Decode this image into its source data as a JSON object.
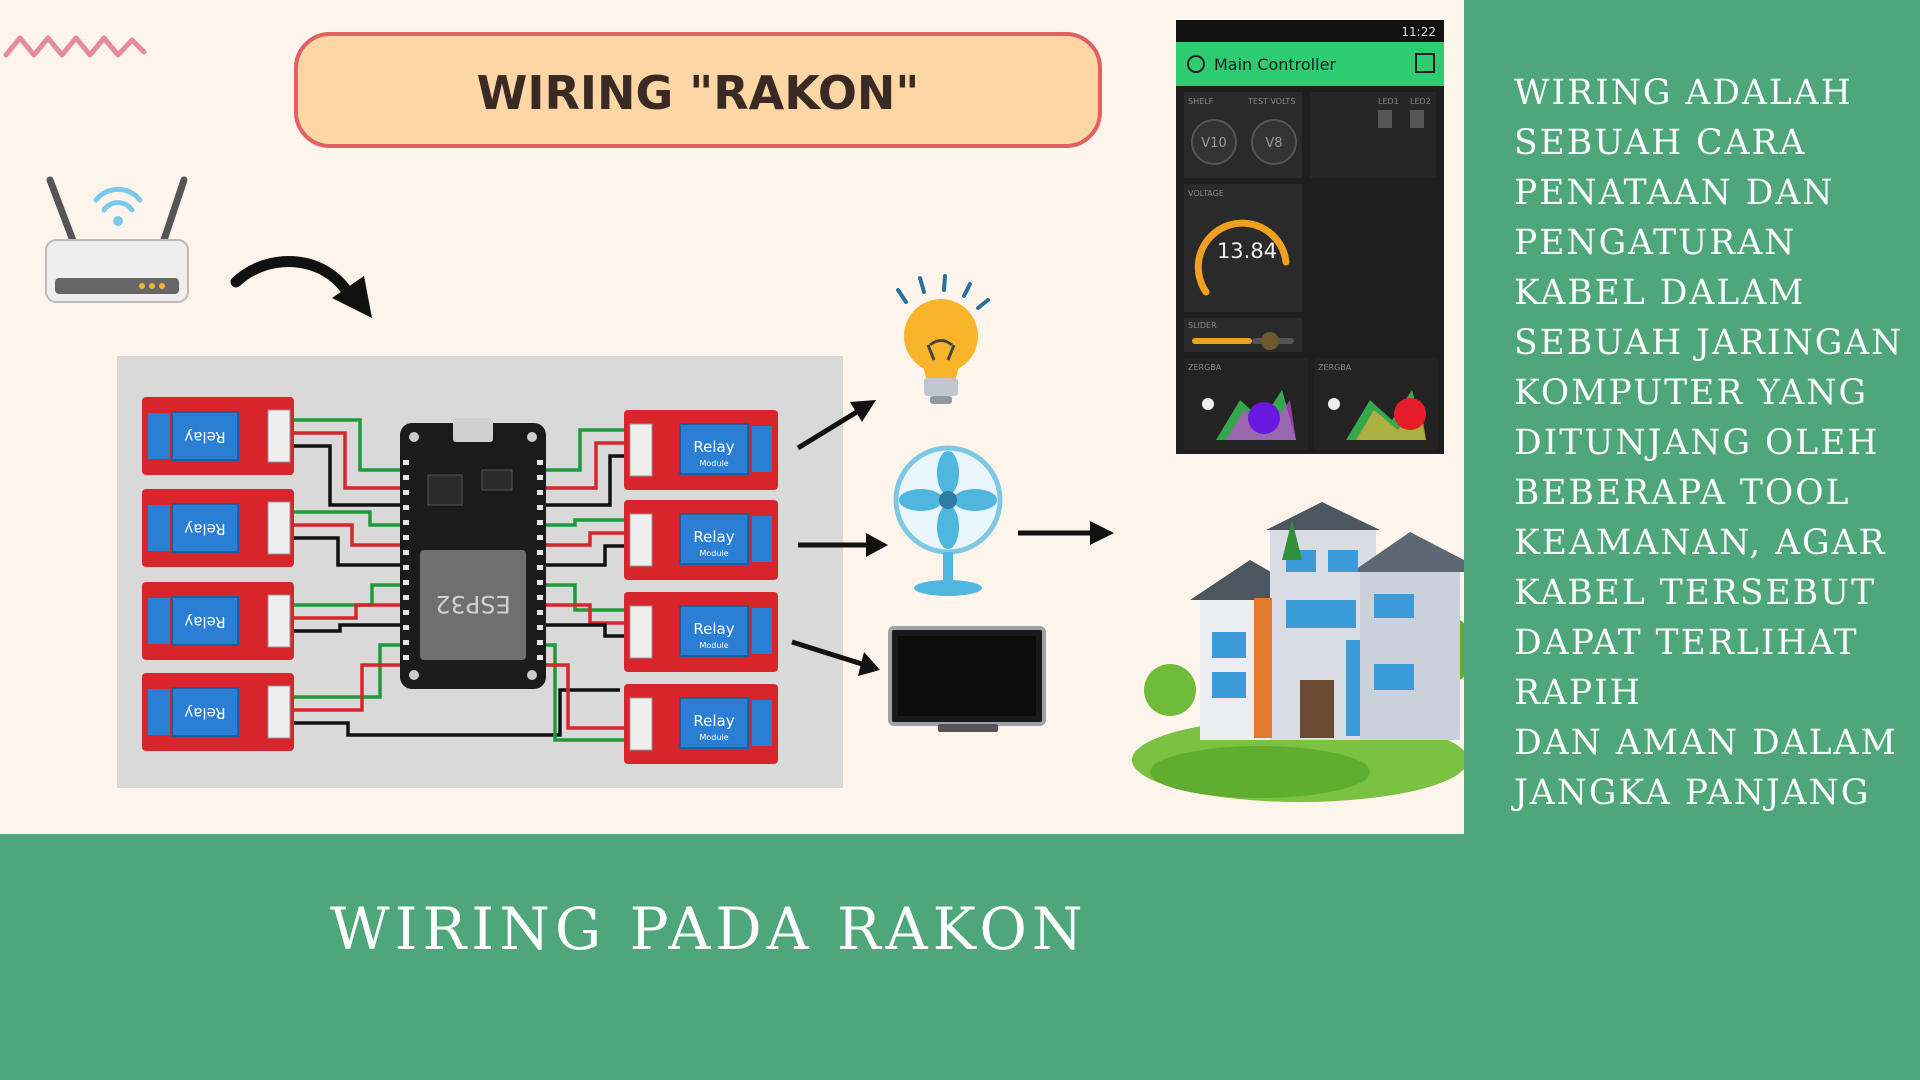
{
  "slide": {
    "banner_title": "WIRING \"RAKON\"",
    "bottom_title": "WIRING PADA RAKON",
    "description_lines": [
      "WIRING ADALAH",
      "SEBUAH CARA",
      "PENATAAN DAN",
      "PENGATURAN",
      "KABEL DALAM",
      "SEBUAH JARINGAN",
      "KOMPUTER YANG",
      "DITUNJANG OLEH",
      "BEBERAPA TOOL",
      "KEAMANAN, AGAR",
      "KABEL TERSEBUT",
      "DAPAT TERLIHAT",
      "RAPIH",
      "DAN AMAN DALAM",
      "JANGKA PANJANG"
    ]
  },
  "circuit": {
    "relay_label": "Relay",
    "relay_sub": "Module",
    "board_label": "ESP32"
  },
  "phone": {
    "app_title": "Main Controller",
    "status_time": "11:22",
    "btn_labels": [
      "SHELF",
      "TEST VOLTS"
    ],
    "led_labels": [
      "LED1",
      "LED2"
    ],
    "v10": "V10",
    "v8": "V8",
    "voltage_label": "VOLTAGE",
    "gauge_value": "13.84",
    "slider_label": "SLIDER",
    "zergba_labels": [
      "ZERGBA",
      "ZERGBA"
    ]
  },
  "colors": {
    "background_green": "#4ea77a",
    "canvas": "#fdf5ec",
    "banner_fill": "#fcd6a4",
    "banner_border": "#e25f63",
    "relay_red": "#d8242b",
    "relay_blue": "#2a7fd4",
    "phone_accent": "#2ecc71"
  }
}
